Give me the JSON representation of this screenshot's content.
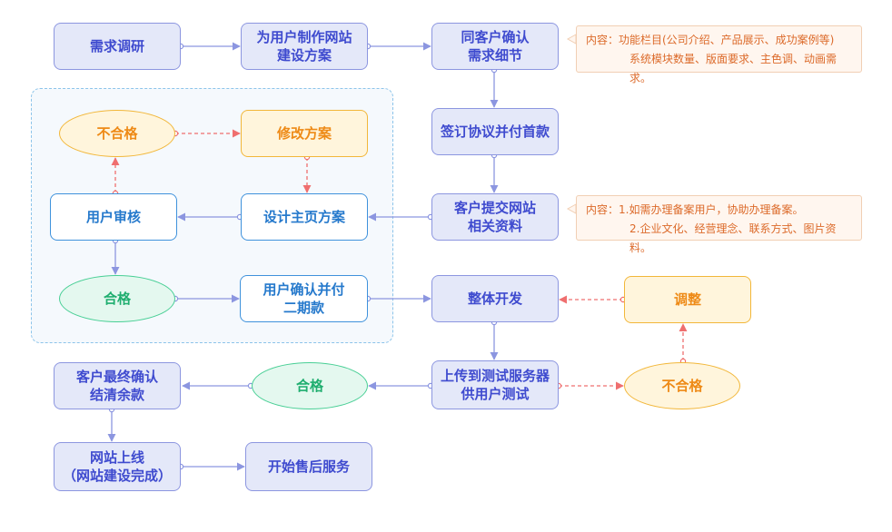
{
  "nodes": {
    "n1": {
      "lines": [
        "需求调研"
      ]
    },
    "n2": {
      "lines": [
        "为用户制作网站",
        "建设方案"
      ]
    },
    "n3": {
      "lines": [
        "同客户确认",
        "需求细节"
      ]
    },
    "n4": {
      "lines": [
        "签订协议并付首款"
      ]
    },
    "n5": {
      "lines": [
        "客户提交网站",
        "相关资料"
      ]
    },
    "n6": {
      "lines": [
        "设计主页方案"
      ]
    },
    "n7": {
      "lines": [
        "用户审核"
      ]
    },
    "n8": {
      "lines": [
        "不合格"
      ]
    },
    "n9": {
      "lines": [
        "修改方案"
      ]
    },
    "n10": {
      "lines": [
        "合格"
      ]
    },
    "n11": {
      "lines": [
        "用户确认并付",
        "二期款"
      ]
    },
    "n12": {
      "lines": [
        "整体开发"
      ]
    },
    "n13": {
      "lines": [
        "调整"
      ]
    },
    "n14": {
      "lines": [
        "上传到测试服务器",
        "供用户测试"
      ]
    },
    "n15": {
      "lines": [
        "不合格"
      ]
    },
    "n16": {
      "lines": [
        "合格"
      ]
    },
    "n17": {
      "lines": [
        "客户最终确认",
        "结清余款"
      ]
    },
    "n18": {
      "lines": [
        "网站上线",
        "（网站建设完成）"
      ]
    },
    "n19": {
      "lines": [
        "开始售后服务"
      ]
    }
  },
  "notes": {
    "note1": {
      "line1": "内容：功能栏目(公司介绍、产品展示、成功案例等)",
      "line2": "系统模块数量、版面要求、主色调、动画需求。"
    },
    "note2": {
      "line1": "内容：1.如需办理备案用户，协助办理备案。",
      "line2": "2.企业文化、经营理念、联系方式、图片资料。"
    }
  },
  "colors": {
    "solid_connector": "#8c96e0",
    "dashed_connector": "#ef6f6f",
    "purple_node_border": "#8c96e0",
    "blue_node_border": "#3f92dc",
    "orange_node_border": "#f2b73a",
    "green_node_border": "#48cf95"
  }
}
